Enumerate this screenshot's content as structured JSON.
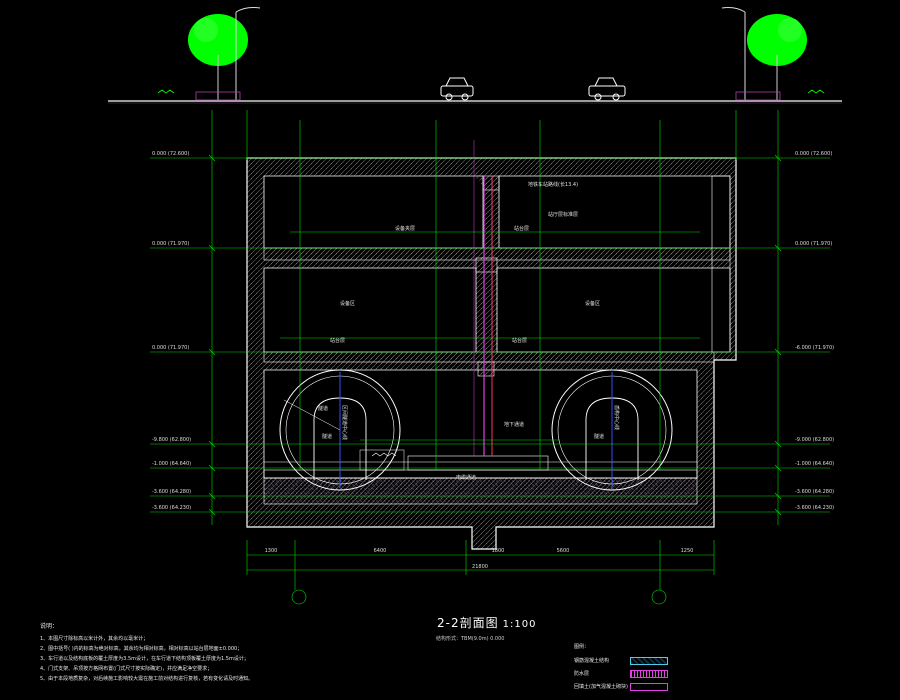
{
  "title": {
    "name": "2-2剖面图",
    "scale": "1:100"
  },
  "subtitle": "结构形式：TBM(9.0m) 0.000",
  "left_elevations": [
    "0.000 (72.600)",
    "0.000 (71.970)",
    "0.000 (71.970)",
    "-9.800 (62.800)",
    "-1.000 (64.640)",
    "-3.600 (64.280)",
    "-3.600 (64.230)"
  ],
  "right_elevations": [
    "0.000 (72.600)",
    "0.000 (71.970)",
    "-6.000 (71.970)",
    "-9.000 (62.800)",
    "-1.000 (64.640)",
    "-3.600 (64.280)",
    "-3.600 (64.230)"
  ],
  "bottom_dimensions": [
    "1300",
    "6400",
    "5600",
    "1250",
    "1800"
  ],
  "total_width": "21800",
  "interior_labels": [
    "地铁车站路线(长13.4)",
    "站厅层标准层",
    "设备区",
    "设备区",
    "设备夹层",
    "站台层",
    "站台层",
    "电缆通道",
    "站台层",
    "地下通道",
    "隧道",
    "区间隧道中心线",
    "盾构中心线",
    "隧道",
    "隧道"
  ],
  "notes": {
    "heading": "说明：",
    "items": [
      "1、本图尺寸除标高以米计外，其余均以毫米计；",
      "2、图中括号( )内的标高为绝对标高，其余均为相对标高，相对标高以站台层地面±0.000；",
      "3、车行道以及结构底板的覆土厚度为3.5m设计，在车行道下结构顶板覆土厚度为1.5m设计；",
      "4、门式支架、吊顶按方格网布置(门式尺寸按实际确定)，并应满足净空要求；",
      "5、由于本段地质复杂，对后续施工影响较大需在施工前对结构进行复核，若有变化请及时通知。"
    ]
  },
  "legend": {
    "heading": "图例：",
    "items": [
      {
        "label": "钢筋混凝土结构",
        "kind": "concrete"
      },
      {
        "label": "防水层",
        "kind": "waterproof"
      },
      {
        "label": "回填土(加气混凝土砌块)",
        "kind": "soil"
      }
    ]
  },
  "colors": {
    "structure": "#ffffff",
    "hatch": "#7f7f7f",
    "dimension": "#00e000",
    "annotation": "#00e000",
    "centerline": "#e040e0",
    "tunnel_centre": "#3050ff",
    "tree": "#00ff00"
  }
}
